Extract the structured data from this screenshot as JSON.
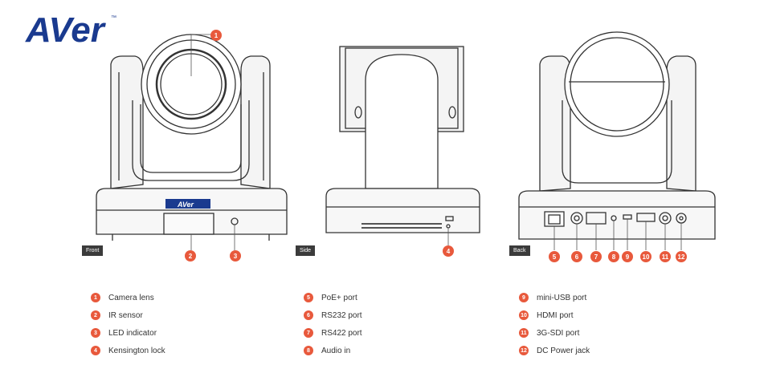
{
  "brand": {
    "logo_text": "AVer",
    "trademark": "™",
    "accent": "#1a3a8f",
    "callout_color": "#e8593c"
  },
  "views": [
    {
      "tag": "Front"
    },
    {
      "tag": "Side"
    },
    {
      "tag": "Back"
    }
  ],
  "camera_badge": "AVer",
  "callouts": [
    "1",
    "2",
    "3",
    "4",
    "5",
    "6",
    "7",
    "8",
    "9",
    "10",
    "11",
    "12"
  ],
  "legend": [
    [
      {
        "num": "1",
        "label": "Camera lens"
      },
      {
        "num": "2",
        "label": "IR sensor"
      },
      {
        "num": "3",
        "label": "LED indicator"
      },
      {
        "num": "4",
        "label": "Kensington lock"
      }
    ],
    [
      {
        "num": "5",
        "label": "PoE+ port"
      },
      {
        "num": "6",
        "label": "RS232 port"
      },
      {
        "num": "7",
        "label": "RS422 port"
      },
      {
        "num": "8",
        "label": "Audio in"
      }
    ],
    [
      {
        "num": "9",
        "label": "mini-USB port"
      },
      {
        "num": "10",
        "label": "HDMI port"
      },
      {
        "num": "11",
        "label": "3G-SDI port"
      },
      {
        "num": "12",
        "label": "DC Power jack"
      }
    ]
  ]
}
